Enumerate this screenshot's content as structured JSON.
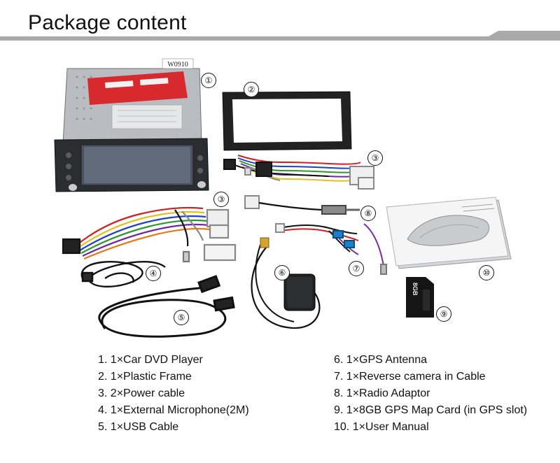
{
  "header": {
    "title": "Package content",
    "bar_color": "#a9a9a9"
  },
  "product": {
    "label_code": "W0910",
    "card_text": "8GB"
  },
  "callouts": [
    "①",
    "②",
    "③",
    "③",
    "④",
    "⑤",
    "⑥",
    "⑦",
    "⑧",
    "⑨",
    "⑩"
  ],
  "items": [
    "1. 1×Car DVD Player",
    "2. 1×Plastic Frame",
    "3. 2×Power cable",
    "4. 1×External Microphone(2M)",
    "5. 1×USB Cable",
    "6. 1×GPS Antenna",
    "7. 1×Reverse camera in Cable",
    "8. 1×Radio Adaptor",
    "9. 1×8GB GPS Map Card (in GPS slot)",
    "10. 1×User Manual"
  ]
}
